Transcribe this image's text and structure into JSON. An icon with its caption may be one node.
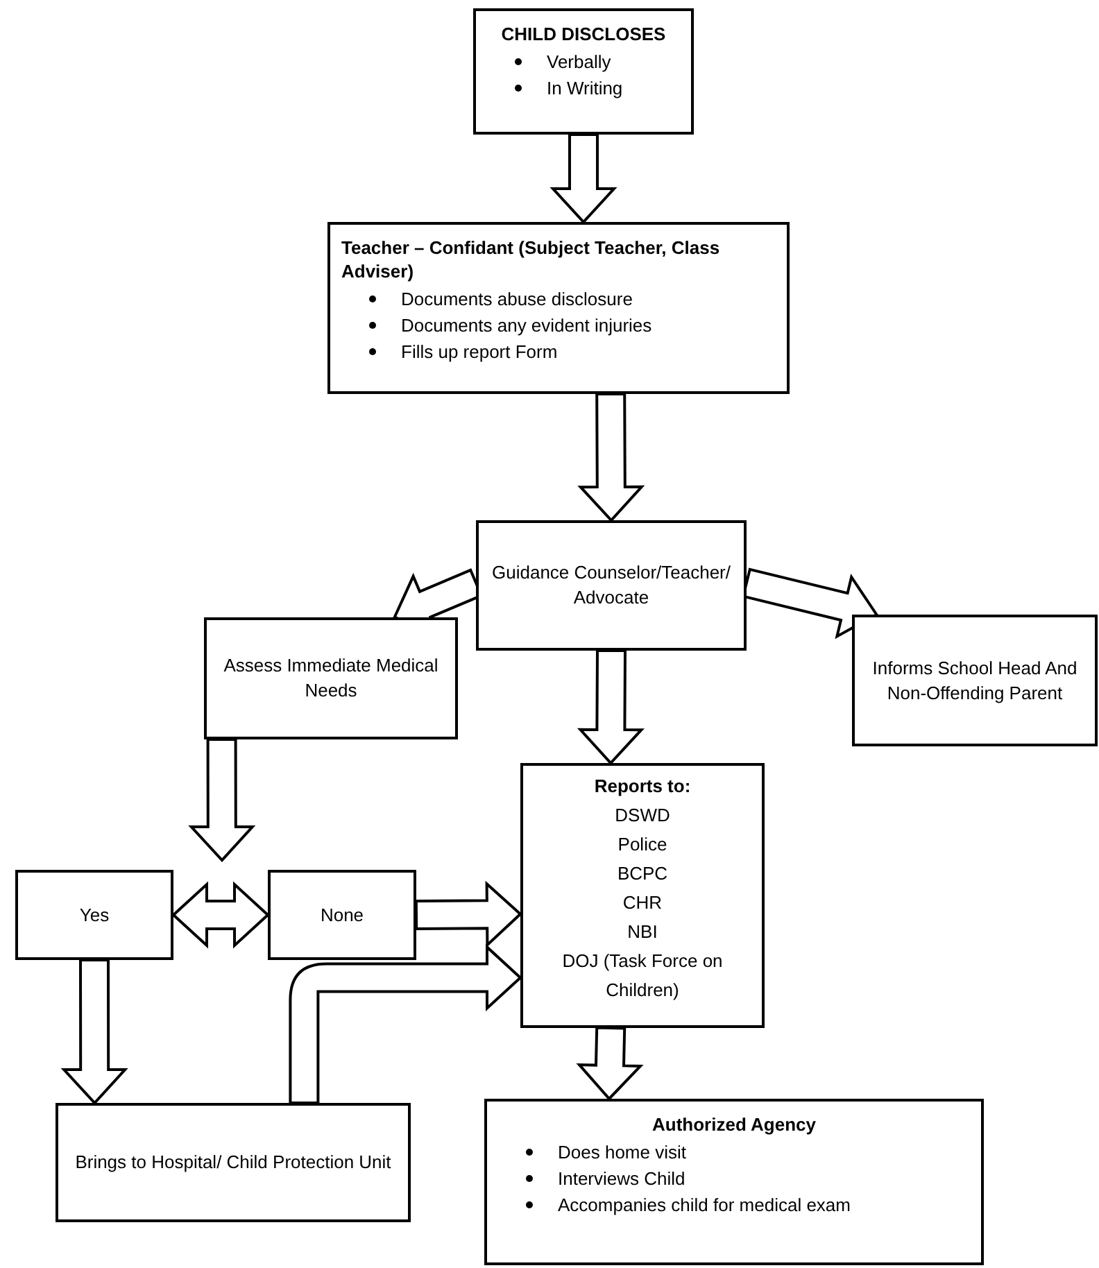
{
  "diagram": {
    "nodes": [
      {
        "text": [
          "CHILD DISCLOSES",
          "Verbally",
          "In Writing"
        ]
      },
      {
        "text": [
          "Teacher – Confidant (Subject Teacher, Class Adviser)",
          "Documents abuse disclosure",
          "Documents any evident injuries",
          "Fills up report Form"
        ]
      },
      {
        "text": [
          "Guidance Counselor/Teacher/ Advocate"
        ]
      },
      {
        "text": [
          "Assess Immediate Medical Needs"
        ]
      },
      {
        "text": [
          "Informs School Head And Non-Offending Parent"
        ]
      },
      {
        "text": [
          "Reports to:",
          "DSWD",
          "Police",
          "BCPC",
          "CHR",
          "NBI",
          "DOJ (Task Force on Children)"
        ]
      },
      {
        "text": [
          "Yes"
        ]
      },
      {
        "text": [
          "None"
        ]
      },
      {
        "text": [
          "Brings to Hospital/ Child Protection Unit"
        ]
      },
      {
        "text": [
          "Authorized Agency",
          "Does home visit",
          "Interviews Child",
          "Accompanies child for medical exam"
        ]
      }
    ],
    "edges": [
      {
        "from": 0,
        "to": 1,
        "arrow": "to"
      },
      {
        "from": 1,
        "to": 2,
        "arrow": "to"
      },
      {
        "from": 2,
        "to": 3,
        "arrow": "to"
      },
      {
        "from": 2,
        "to": 4,
        "arrow": "to"
      },
      {
        "from": 2,
        "to": 5,
        "arrow": "to"
      },
      {
        "from": 3,
        "to": null,
        "arrow": "to"
      },
      {
        "from": 6,
        "to": 7,
        "arrow": "both"
      },
      {
        "from": 7,
        "to": 5,
        "arrow": "to"
      },
      {
        "from": 6,
        "to": 8,
        "arrow": "to"
      },
      {
        "from": 8,
        "to": 5,
        "arrow": "to"
      },
      {
        "from": 5,
        "to": 9,
        "arrow": "to"
      }
    ]
  }
}
